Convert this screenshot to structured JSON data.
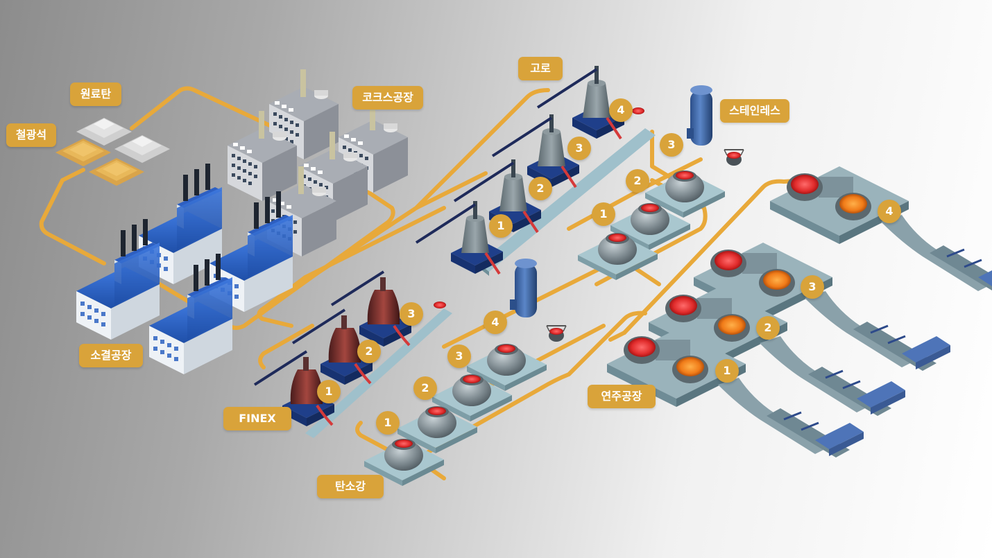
{
  "labels": {
    "iron_ore": "철광석",
    "raw_coal": "원료탄",
    "coke_plant": "코크스공장",
    "sinter_plant": "소결공장",
    "finex": "FINEX",
    "blast_furnace": "고로",
    "stainless": "스테인레스",
    "carbon_steel": "탄소강",
    "continuous_casting": "연주공장"
  },
  "numbers": {
    "finex": [
      "1",
      "2",
      "3"
    ],
    "blast_furnace": [
      "1",
      "2",
      "3",
      "4"
    ],
    "converter_stainless": [
      "1",
      "2",
      "3"
    ],
    "converter_carbon": [
      "1",
      "2",
      "3",
      "4"
    ],
    "casting": [
      "1",
      "2",
      "3",
      "4"
    ]
  },
  "colors": {
    "label_bg": "#d9a33a",
    "pipe": "#e8a93a",
    "sinter_roof": "#2f64c8",
    "coke_building": "#8a8e96",
    "molten_steel": "#e23a3a",
    "casting_line": "#7f9aa8"
  }
}
